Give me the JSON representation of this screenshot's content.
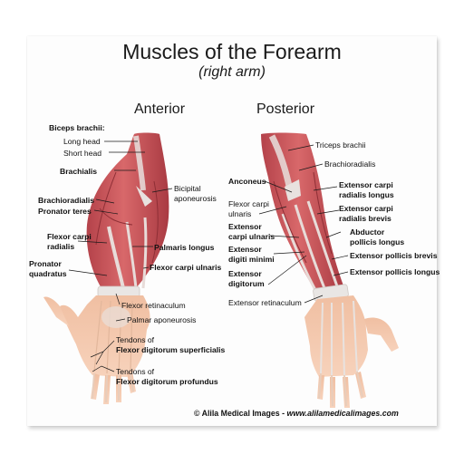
{
  "title": "Muscles of the Forearm",
  "subtitle": "(right arm)",
  "views": {
    "anterior": "Anterior",
    "posterior": "Posterior"
  },
  "anterior_labels": {
    "biceps_brachii": "Biceps brachii:",
    "long_head": "Long head",
    "short_head": "Short head",
    "brachialis": "Brachialis",
    "bicipital": "Bicipital",
    "aponeurosis": "aponeurosis",
    "brachioradialis": "Brachioradialis",
    "pronator_teres": "Pronator teres",
    "flexor_carpi_radialis_1": "Flexor carpi",
    "flexor_carpi_radialis_2": "radialis",
    "palmaris_longus": "Palmaris longus",
    "pronator_quadratus_1": "Pronator",
    "pronator_quadratus_2": "quadratus",
    "flexor_carpi_ulnaris": "Flexor carpi ulnaris",
    "flexor_retinaculum": "Flexor retinaculum",
    "palmar_aponeurosis": "Palmar aponeurosis",
    "tendons_of_1": "Tendons of",
    "fds": "Flexor digitorum superficialis",
    "tendons_of_2": "Tendons of",
    "fdp": "Flexor digitorum profundus"
  },
  "posterior_labels": {
    "triceps_brachii": "Triceps brachii",
    "brachioradialis": "Brachioradialis",
    "anconeus": "Anconeus",
    "ecrl_1": "Extensor carpi",
    "ecrl_2": "radialis longus",
    "fcu_1": "Flexor carpi",
    "fcu_2": "ulnaris",
    "ecrb_1": "Extensor carpi",
    "ecrb_2": "radialis brevis",
    "ecu_1": "Extensor",
    "ecu_2": "carpi ulnaris",
    "apl_1": "Abductor",
    "apl_2": "pollicis longus",
    "edm_1": "Extensor",
    "edm_2": "digiti minimi",
    "epb": "Extensor pollicis brevis",
    "ed_1": "Extensor",
    "ed_2": "digitorum",
    "epl": "Extensor pollicis longus",
    "extensor_retinaculum": "Extensor retinaculum"
  },
  "footer": {
    "credit": "© Alila Medical Images",
    "separator": " - ",
    "url": "www.alilamedicalimages.com"
  },
  "colors": {
    "muscle": "#c9555a",
    "muscle_dark": "#a8383f",
    "tendon": "#e6e3e1",
    "skin": "#f3c3a6",
    "bone": "#f5e4d4"
  }
}
